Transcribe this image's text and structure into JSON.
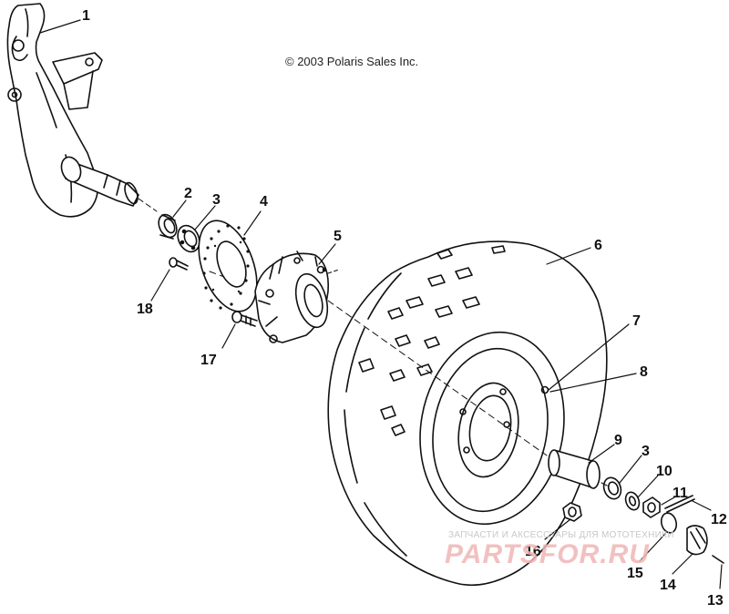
{
  "copyright": "© 2003 Polaris Sales Inc.",
  "callouts": {
    "c1": "1",
    "c2": "2",
    "c3a": "3",
    "c4": "4",
    "c5": "5",
    "c6": "6",
    "c7": "7",
    "c8": "8",
    "c9": "9",
    "c3b": "3",
    "c10": "10",
    "c11": "11",
    "c12": "12",
    "c13": "13",
    "c14": "14",
    "c15": "15",
    "c16": "16",
    "c17": "17",
    "c18": "18"
  },
  "watermark": {
    "text": "ЗАПЧАСТИ И АКСЕССУАРЫ ДЛЯ МОТОТЕХНИКИ",
    "logo": "PARTSFOR.RU",
    "color": "#e07a7a"
  },
  "colors": {
    "ink": "#111111",
    "paper": "#ffffff"
  }
}
